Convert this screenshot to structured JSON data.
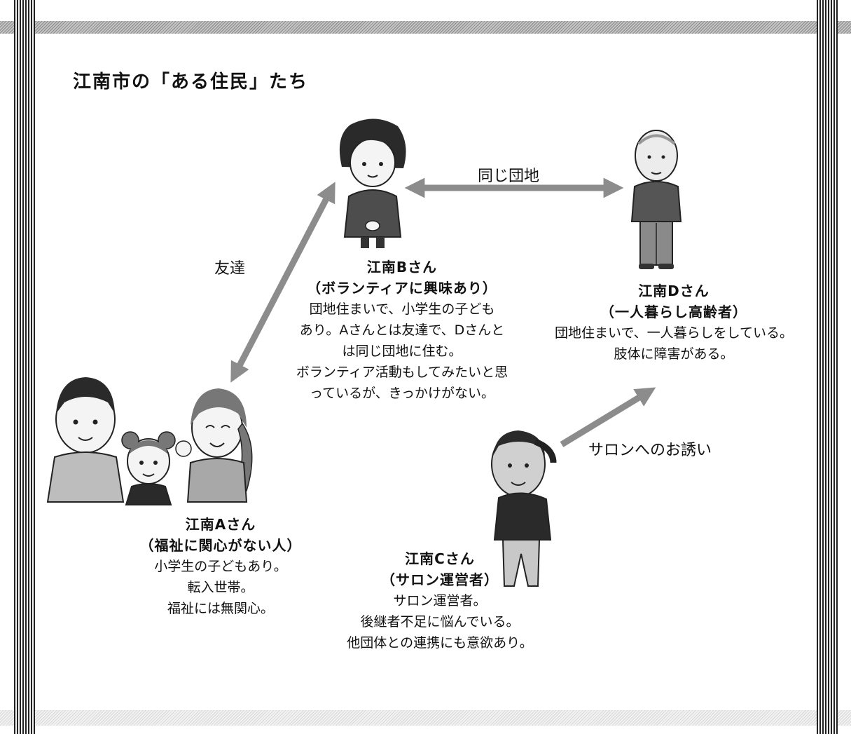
{
  "title": "江南市の「ある住民」たち",
  "relations": {
    "same_danchi": "同じ団地",
    "friends": "友達",
    "salon_invite": "サロンへのお誘い"
  },
  "residents": {
    "a": {
      "name": "江南Aさん",
      "role": "（福祉に関心がない人）",
      "lines": [
        "小学生の子どもあり。",
        "転入世帯。",
        "福祉には無関心。"
      ]
    },
    "b": {
      "name": "江南Bさん",
      "role": "（ボランティアに興味あり）",
      "lines": [
        "団地住まいで、小学生の子ども",
        "あり。Aさんとは友達で、Dさんと",
        "は同じ団地に住む。",
        "ボランティア活動もしてみたいと思",
        "っているが、きっかけがない。"
      ]
    },
    "c": {
      "name": "江南Cさん",
      "role": "（サロン運営者）",
      "lines": [
        "サロン運営者。",
        "後継者不足に悩んでいる。",
        "他団体との連携にも意欲あり。"
      ]
    },
    "d": {
      "name": "江南Dさん",
      "role": "（一人暮らし高齢者）",
      "lines": [
        "団地住まいで、一人暮らしをしている。",
        "肢体に障害がある。"
      ]
    }
  },
  "colors": {
    "arrow": "#8c8c8c",
    "frame": "#222222"
  }
}
